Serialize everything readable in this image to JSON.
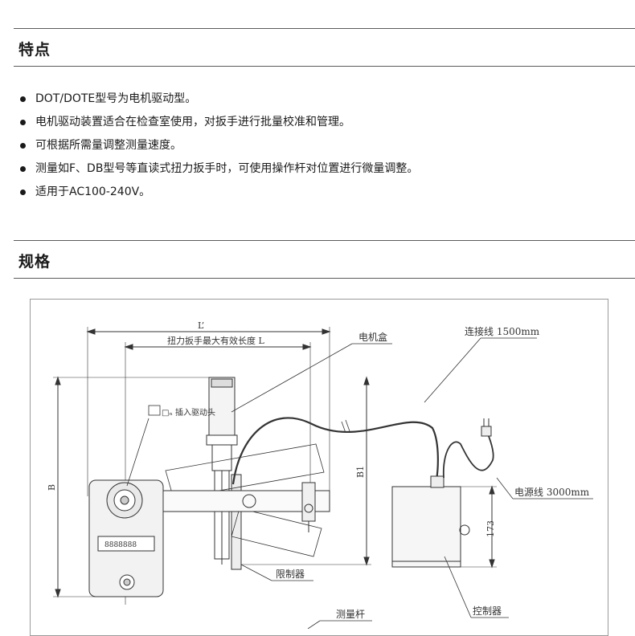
{
  "features": {
    "title": "特点",
    "items": [
      "DOT/DOTE型号为电机驱动型。",
      "电机驱动装置适合在检查室使用，对扳手进行批量校准和管理。",
      "可根据所需量调整测量速度。",
      "测量如F、DB型号等直读式扭力扳手时，可使用操作杆对位置进行微量调整。",
      "适用于AC100-240V。"
    ]
  },
  "specs": {
    "title": "规格"
  },
  "drawing": {
    "dim_l_prime": "L’",
    "dim_l": "扭力扳手最大有效长度 L",
    "motor_box": "电机盒",
    "cable": "连接线 1500mm",
    "drive_insert": "□ₙ 插入驱动头",
    "dim_b": "B",
    "dim_b1": "B1",
    "power_cord": "电源线 3000mm",
    "dim_173": "173",
    "limiter": "限制器",
    "controller": "控制器",
    "measuring_rod": "测量杆",
    "display_digits": "8888888"
  }
}
